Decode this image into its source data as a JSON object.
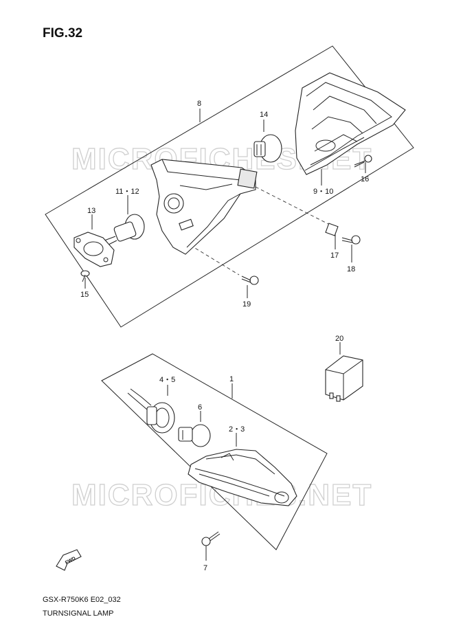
{
  "figure": {
    "title": "FIG.32",
    "model_code": "GSX-R750K6 E02_032",
    "caption": "TURNSIGNAL LAMP"
  },
  "watermark": {
    "top": "MICROFICHES.NET",
    "bottom": "MICROFICHES.NET"
  },
  "labels": {
    "p1": "1",
    "p2_3": "2・3",
    "p4_5": "4・5",
    "p6": "6",
    "p7": "7",
    "p8": "8",
    "p9_10": "9・10",
    "p11_12": "11・12",
    "p13": "13",
    "p14": "14",
    "p15": "15",
    "p16": "16",
    "p17": "17",
    "p18": "18",
    "p19": "19",
    "p20": "20"
  },
  "fwd_badge": "FWD"
}
